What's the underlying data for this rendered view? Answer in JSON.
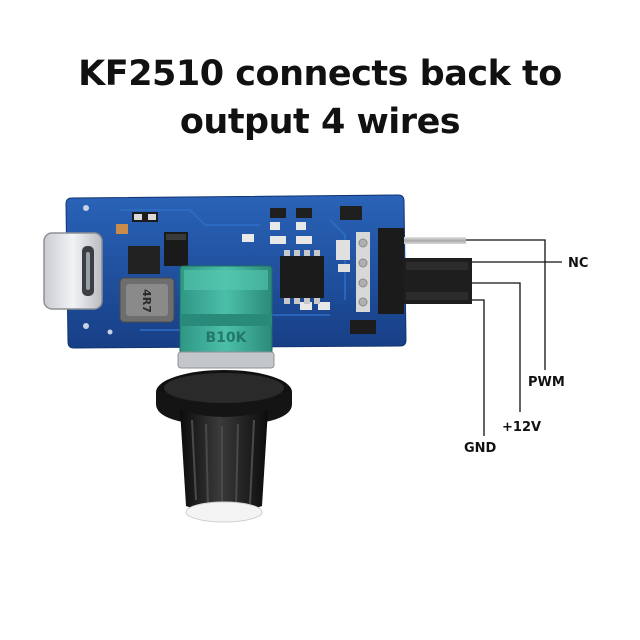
{
  "title": {
    "line1": "KF2510 connects back to",
    "line2": "output 4 wires"
  },
  "wire_labels": {
    "nc": "NC",
    "pwm": "PWM",
    "v12": "+12V",
    "gnd": "GND"
  },
  "components": {
    "inductor_marking": "4R7",
    "potentiometer_marking": "B10K"
  },
  "colors": {
    "pcb": "#1d4f9e",
    "pot_body": "#3fae9a",
    "knob": "#1a1a1a",
    "wire": "#111111"
  }
}
